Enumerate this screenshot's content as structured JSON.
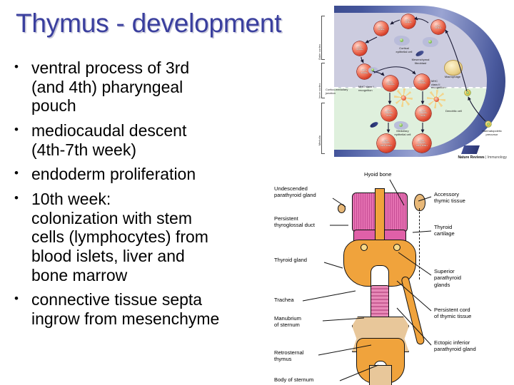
{
  "slide": {
    "title": "Thymus - development",
    "title_color": "#3a3f9e",
    "bullet_marker": "•",
    "bullets": [
      "ventral process of 3rd\n(and 4th) pharyngeal\npouch",
      "mediocaudal descent\n(4th-7th week)",
      "endoderm proliferation",
      "10th week:\ncolonization with stem\ncells (lymphocytes) from\nblood islets, liver and\nbone marrow",
      "connective tissue septa\ningrow from mesenchyme"
    ]
  },
  "figure_top": {
    "name": "thymocyte-development-schematic",
    "credit_main": "Nature Reviews",
    "credit_sub": " | Immunology",
    "zones": [
      {
        "label": "Outer cortex",
        "color": "#ccccdf"
      },
      {
        "label": "Inner cortex",
        "color": "#ccccdf"
      },
      {
        "label": "Medulla",
        "color": "#dff0dd"
      }
    ],
    "junction_label": "Cortico-medullary\njunction",
    "cell_labels": [
      "4–8–\nCD25+",
      "4–8–\nCD44+",
      "4–8–\nCD44+",
      "4–8–\nCD25+",
      "4+8+\nTCRβ+",
      "4+8+\nTCRαβ+",
      "4+8+\nTCRαβ+",
      "4+8–\nTCRαβ+\nCD3+",
      "4–8+\nTCRαβ+\nCD3+",
      "4+8–\nTCRαβ+\nCD3+IL2R+",
      "4–8+\nTCRαβ+\nCD3+IL2R+"
    ],
    "annotations": [
      "Cortical\nepithelial cell",
      "Mesenchymal\nfibroblast",
      "Macrophage",
      "MHC class I\nrecognition",
      "MHC\nclass II\nrecognition",
      "Dendritic cell",
      "Medullary\nepithelial cell",
      "Haematopoietic\nprecursor"
    ]
  },
  "figure_bottom": {
    "name": "thymus-parathyroid-anatomy",
    "labels_left": [
      "Undescended\nparathyroid gland",
      "Persistent\nthyroglossal duct",
      "Thyroid gland",
      "Trachea",
      "Manubrium\nof sternum",
      "Retrosternal\nthymus",
      "Body of sternum"
    ],
    "labels_right": [
      "Hyoid bone",
      "Accessory\nthymic tissue",
      "Thyroid\ncartilage",
      "Superior\nparathyroid\nglands",
      "Persistent cord\nof thymic tissue",
      "Ectopic inferior\nparathyroid gland"
    ],
    "colors": {
      "cartilage": "#e060a8",
      "gland": "#f0a33c",
      "bone": "#e8c79a",
      "trachea": "#e88ab8"
    }
  }
}
